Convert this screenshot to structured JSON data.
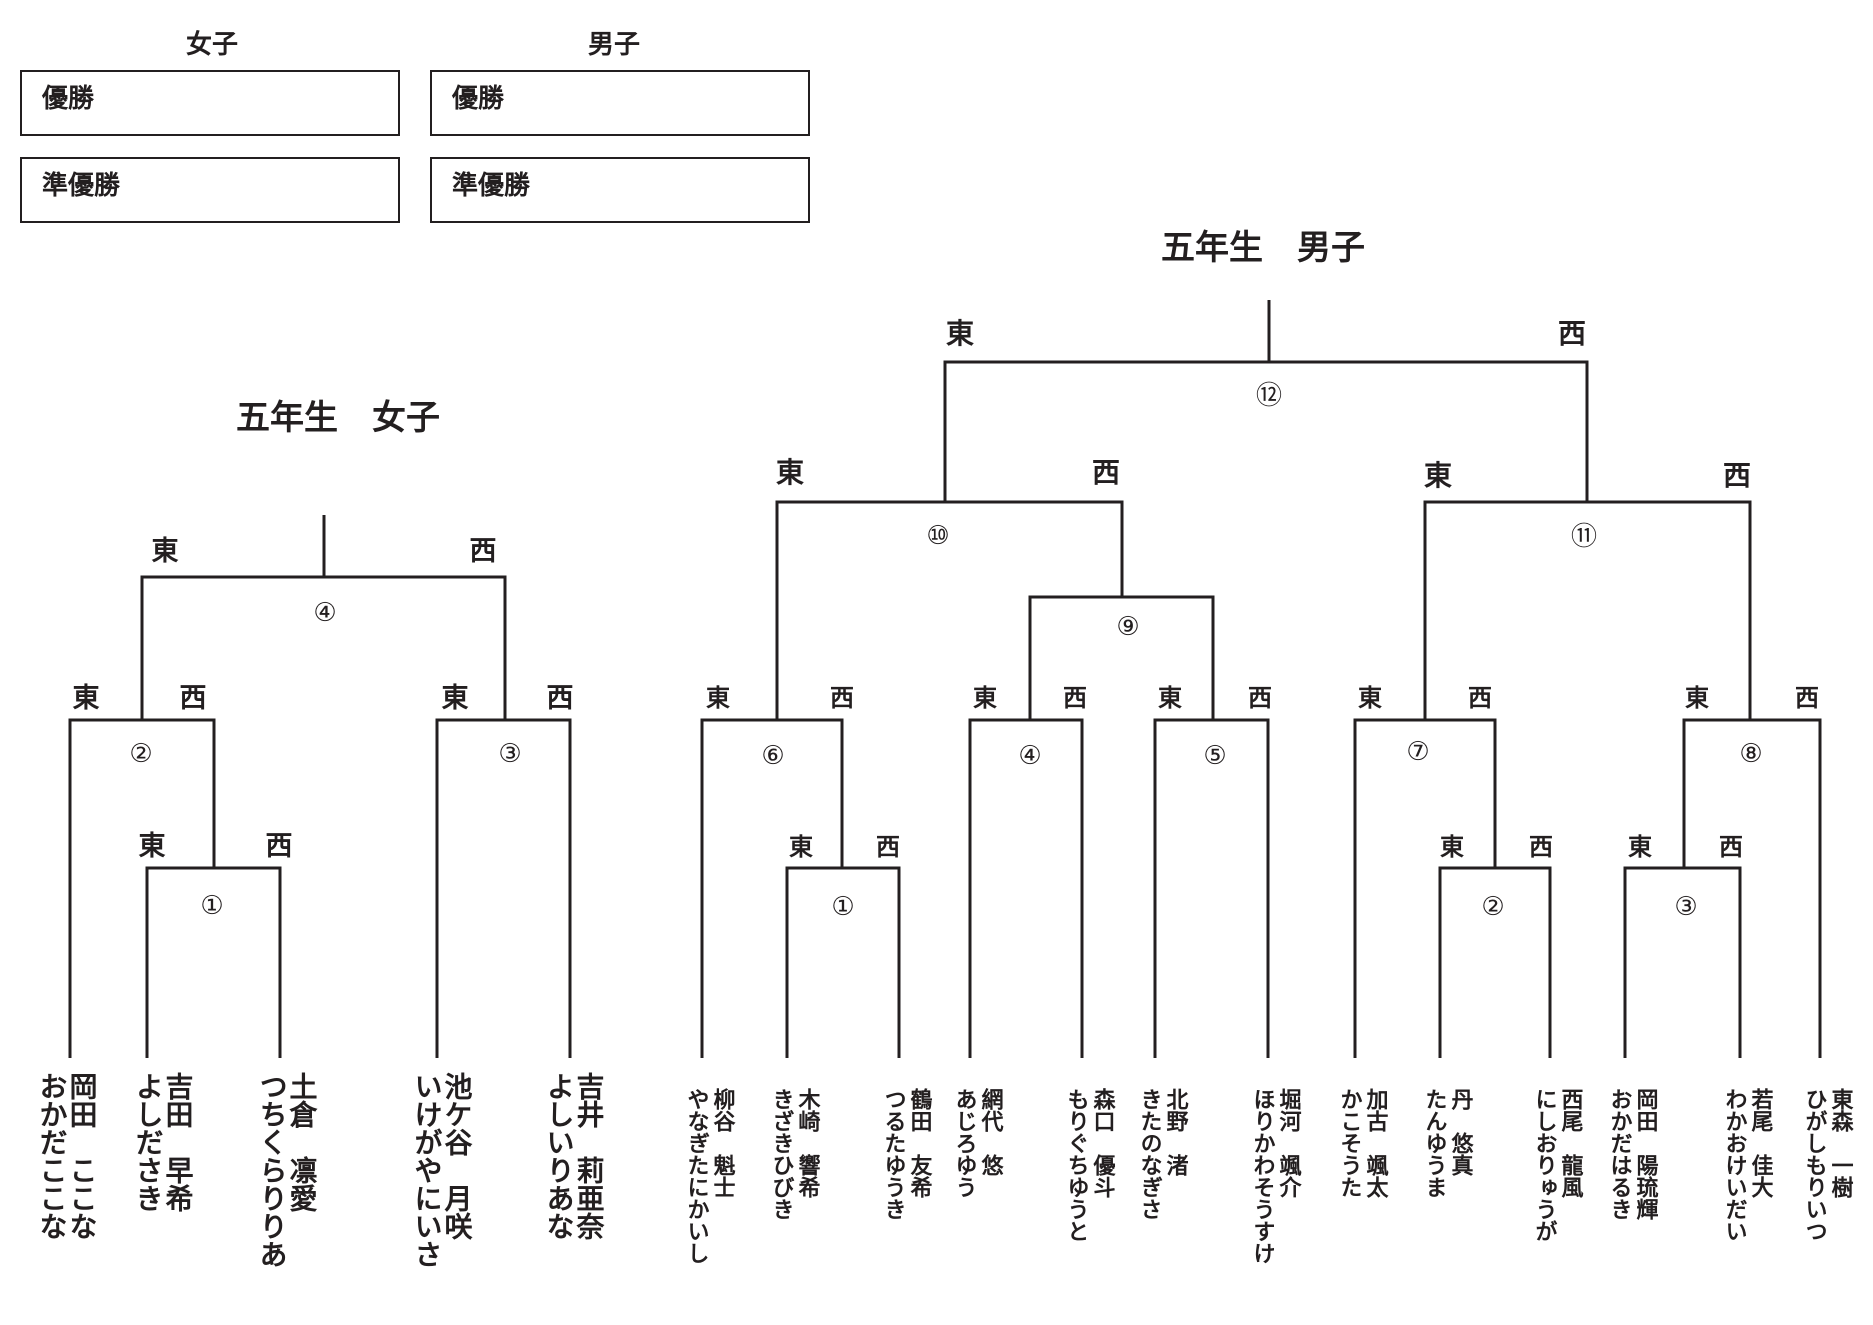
{
  "results": {
    "girls": {
      "header": "女子",
      "winner_label": "優勝",
      "runnerup_label": "準優勝"
    },
    "boys": {
      "header": "男子",
      "winner_label": "優勝",
      "runnerup_label": "準優勝"
    }
  },
  "sides": {
    "east": "東",
    "west": "西"
  },
  "girls_bracket": {
    "title": "五年生　女子",
    "players": [
      {
        "kanji": "岡田　ここな",
        "kana": "おかだここな"
      },
      {
        "kanji": "吉田　早希",
        "kana": "よしださき"
      },
      {
        "kanji": "土倉　凛愛",
        "kana": "つちくらりりあ"
      },
      {
        "kanji": "池ケ谷　月咲",
        "kana": "いけがやにいさ"
      },
      {
        "kanji": "吉井　莉亜奈",
        "kana": "よしいりあな"
      }
    ],
    "matches": [
      "①",
      "②",
      "③",
      "④"
    ]
  },
  "boys_bracket": {
    "title": "五年生　男子",
    "players": [
      {
        "kanji": "柳谷　魁士",
        "kana": "やなぎたにかいし"
      },
      {
        "kanji": "木崎　響希",
        "kana": "きざきひびき"
      },
      {
        "kanji": "鶴田　友希",
        "kana": "つるたゆうき"
      },
      {
        "kanji": "網代　悠",
        "kana": "あじろゆう"
      },
      {
        "kanji": "森口　優斗",
        "kana": "もりぐちゆうと"
      },
      {
        "kanji": "北野　渚",
        "kana": "きたのなぎさ"
      },
      {
        "kanji": "堀河　颯介",
        "kana": "ほりかわそうすけ"
      },
      {
        "kanji": "加古　颯太",
        "kana": "かこそうた"
      },
      {
        "kanji": "丹　悠真",
        "kana": "たんゆうま"
      },
      {
        "kanji": "西尾　龍風",
        "kana": "にしおりゅうが"
      },
      {
        "kanji": "岡田　陽琉輝",
        "kana": "おかだはるき"
      },
      {
        "kanji": "若尾　佳大",
        "kana": "わかおけいだい"
      },
      {
        "kanji": "東森　一樹",
        "kana": "ひがしもりいつ"
      }
    ],
    "matches": [
      "①",
      "②",
      "③",
      "④",
      "⑤",
      "⑥",
      "⑦",
      "⑧",
      "⑨",
      "⑩",
      "⑪",
      "⑫"
    ]
  },
  "colors": {
    "line": "#231f20",
    "background": "#ffffff"
  }
}
